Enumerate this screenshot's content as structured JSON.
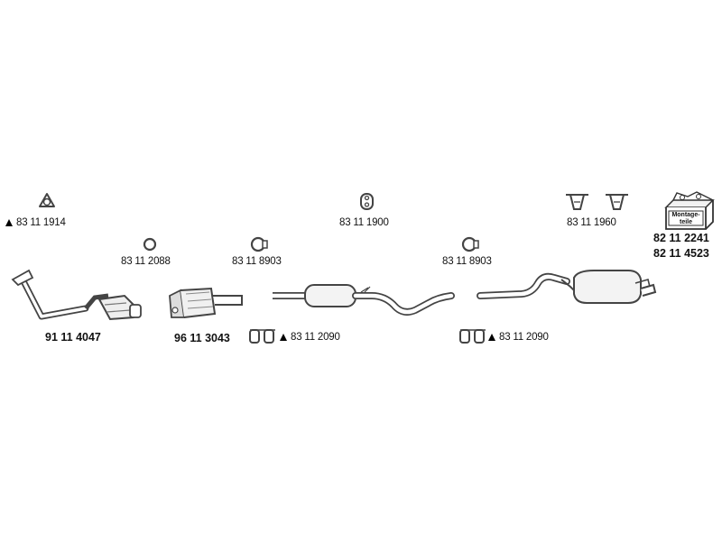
{
  "parts": {
    "gasket_top_left": "83 11 1914",
    "ring_clamp_small": "83 11 2088",
    "clamp_left": "83 11 8903",
    "hanger_center": "83 11 1900",
    "clamp_right": "83 11 8903",
    "hanger_pair": "83 11 1960",
    "mounting_kit_1": "82 11 2241",
    "mounting_kit_2": "82 11 4523",
    "front_pipe": "91 11 4047",
    "catalytic_converter": "96 11 3043",
    "clamp_set_left": "83 11 2090",
    "clamp_set_right": "83 11 2090"
  },
  "kit_box_text": "Montage-teile",
  "colors": {
    "line": "#444444",
    "fill_light": "#e8e8e8"
  }
}
